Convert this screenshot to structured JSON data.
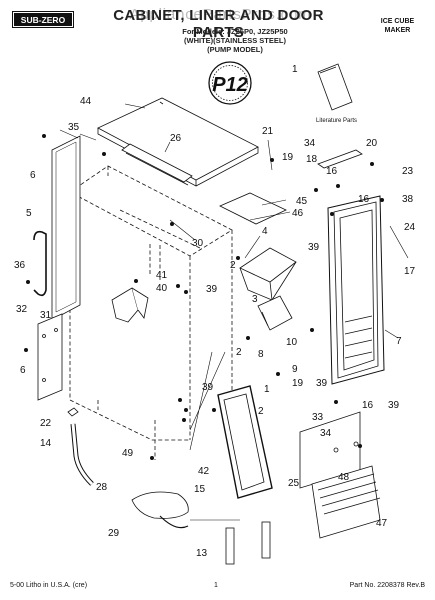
{
  "header": {
    "brand": "SUB-ZERO",
    "title": "CABINET, LINER AND DOOR PARTS",
    "watermark": "AppliancePartsPros.com",
    "models_line1": "For Models: JZ25P0, JZ25P50",
    "models_line2": "(WHITE)(STAINLESS STEEL)",
    "models_line3": "(PUMP MODEL)",
    "category_line1": "ICE CUBE",
    "category_line2": "MAKER"
  },
  "badge": {
    "text": "P12"
  },
  "literature_label": "Literature Parts",
  "callouts": {
    "c1": "1",
    "c2a": "2",
    "c2b": "2",
    "c2c": "2",
    "c3": "3",
    "c4": "4",
    "c5": "5",
    "c6a": "6",
    "c6b": "6",
    "c7": "7",
    "c8": "8",
    "c9": "9",
    "c10": "10",
    "c13": "13",
    "c14": "14",
    "c15": "15",
    "c16a": "16",
    "c16b": "16",
    "c17": "17",
    "c18": "18",
    "c19a": "19",
    "c19b": "19",
    "c20": "20",
    "c21": "21",
    "c22": "22",
    "c23": "23",
    "c24": "24",
    "c25": "25",
    "c26": "26",
    "c28": "28",
    "c29": "29",
    "c30": "30",
    "c31": "31",
    "c32": "32",
    "c33": "33",
    "c34a": "34",
    "c34b": "34",
    "c35": "35",
    "c36": "36",
    "c38": "38",
    "c39a": "39",
    "c39b": "39",
    "c39c": "39",
    "c39d": "39",
    "c40": "40",
    "c41": "41",
    "c42": "42",
    "c44": "44",
    "c45": "45",
    "c46": "46",
    "c47": "47",
    "c48": "48",
    "c49": "49"
  },
  "footer": {
    "left": "5-00 Litho in U.S.A. (cre)",
    "center": "1",
    "right": "Part No. 2208378 Rev.B"
  }
}
